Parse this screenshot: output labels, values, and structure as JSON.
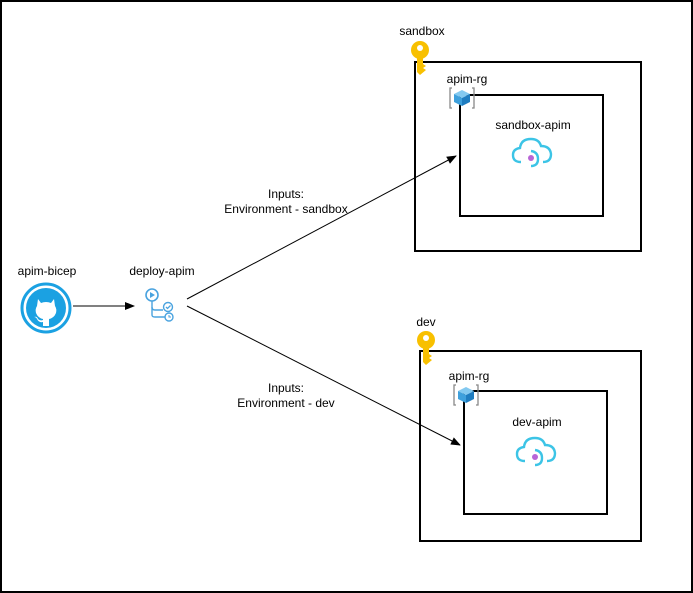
{
  "repo": {
    "label": "apim-bicep",
    "icon": "github-icon",
    "color": "#1ba1e2"
  },
  "workflow": {
    "label": "deploy-apim",
    "icon": "workflow-icon",
    "color": "#4aa3df"
  },
  "edges": {
    "sandbox": {
      "line1": "Inputs:",
      "line2": "Environment - sandbox"
    },
    "dev": {
      "line1": "Inputs:",
      "line2": "Environment - dev"
    }
  },
  "environments": [
    {
      "name": "sandbox",
      "key_icon": "key-icon",
      "resource_group": {
        "label": "apim-rg",
        "icon": "resource-group-icon"
      },
      "service": {
        "label": "sandbox-apim",
        "icon": "api-management-icon"
      }
    },
    {
      "name": "dev",
      "key_icon": "key-icon",
      "resource_group": {
        "label": "apim-rg",
        "icon": "resource-group-icon"
      },
      "service": {
        "label": "dev-apim",
        "icon": "api-management-icon"
      }
    }
  ],
  "colors": {
    "key": "#f8c000",
    "apim_cloud": "#3cc4e6",
    "apim_dot": "#b865d6",
    "rg_cube": "#3ea0dc"
  }
}
